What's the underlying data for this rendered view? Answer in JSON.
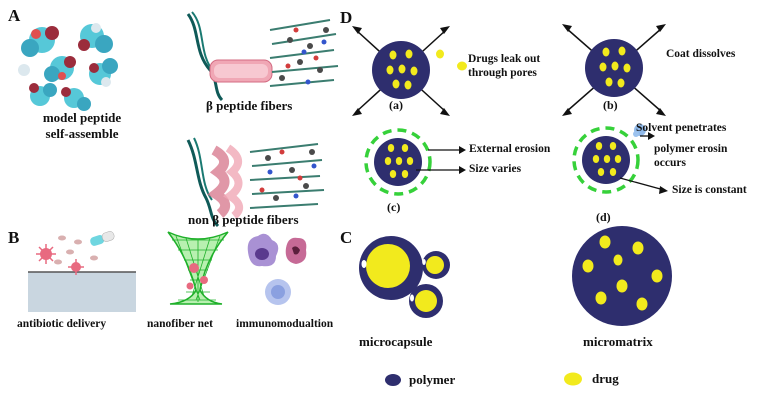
{
  "panels": {
    "A": {
      "letter": "A",
      "model_label_line1": "model peptide",
      "model_label_line2": "self-assemble",
      "beta_label": "β peptide fibers",
      "non_beta_label": "non β peptide fibers"
    },
    "B": {
      "letter": "B",
      "antibiotic_label": "antibiotic delivery",
      "nanofiber_label": "nanofiber net",
      "immuno_label": "immunomodualtion"
    },
    "C": {
      "letter": "C",
      "microcapsule_label": "microcapsule",
      "micromatrix_label": "micromatrix",
      "legend_polymer": "polymer",
      "legend_drug": "drug"
    },
    "D": {
      "letter": "D",
      "a_text_line1": "Drugs leak out",
      "a_text_line2": "through pores",
      "a_caption": "(a)",
      "b_text": "Coat dissolves",
      "b_caption": "(b)",
      "c_text_external": "External erosion",
      "c_text_size": "Size varies",
      "c_caption": "(c)",
      "d_text_solvent": "Solvent penetrates",
      "d_text_polymer_line1": "polymer erosin",
      "d_text_polymer_line2": "occurs",
      "d_text_size": "Size is constant",
      "d_caption": "(d)"
    }
  },
  "colors": {
    "polymer": "#2e2e6e",
    "drug": "#f2ea1d",
    "dashed_ring": "#36d13a",
    "surface": "#c9d6e0"
  }
}
